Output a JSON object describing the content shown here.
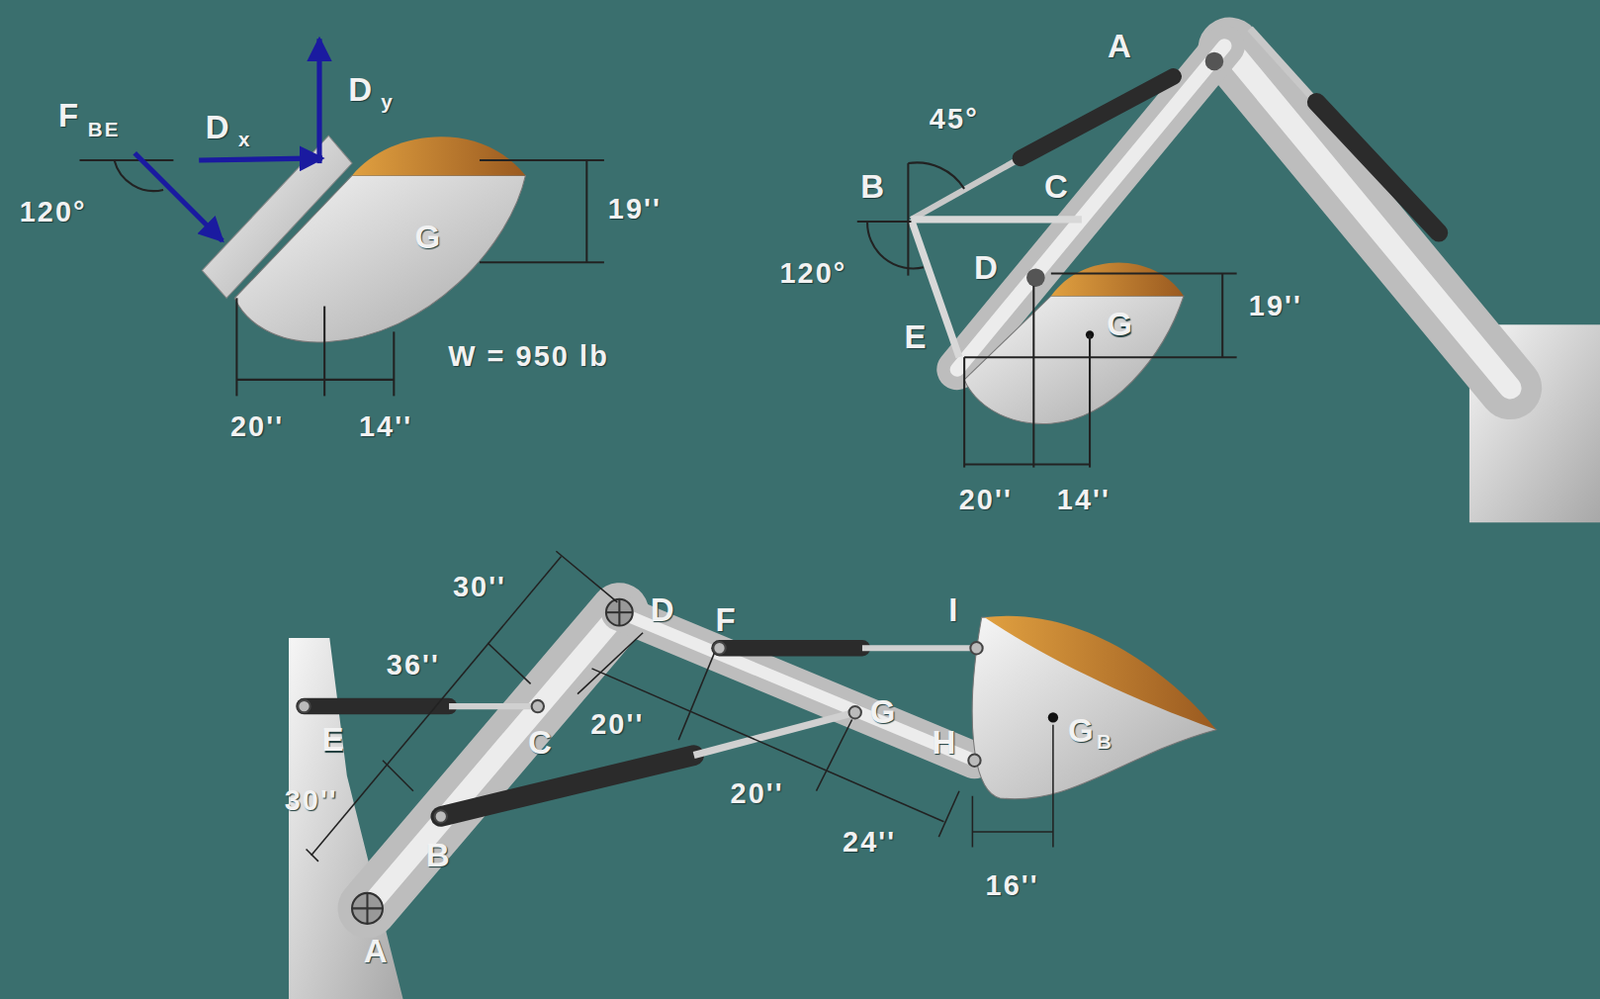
{
  "diagram": {
    "labels": [
      "F",
      "BE",
      "D",
      "x",
      "D",
      "y",
      "120°",
      "G",
      "19''",
      "W = 950 lb",
      "20''",
      "14''",
      "A",
      "45°",
      "B",
      "C",
      "120°",
      "D",
      "E",
      "G",
      "19''",
      "20''",
      "14''",
      "30''",
      "D",
      "F",
      "I",
      "36''",
      "E",
      "C",
      "20''",
      "G",
      "H",
      "30''",
      "20''",
      "B",
      "24''",
      "A",
      "G",
      "B",
      "16''"
    ]
  }
}
